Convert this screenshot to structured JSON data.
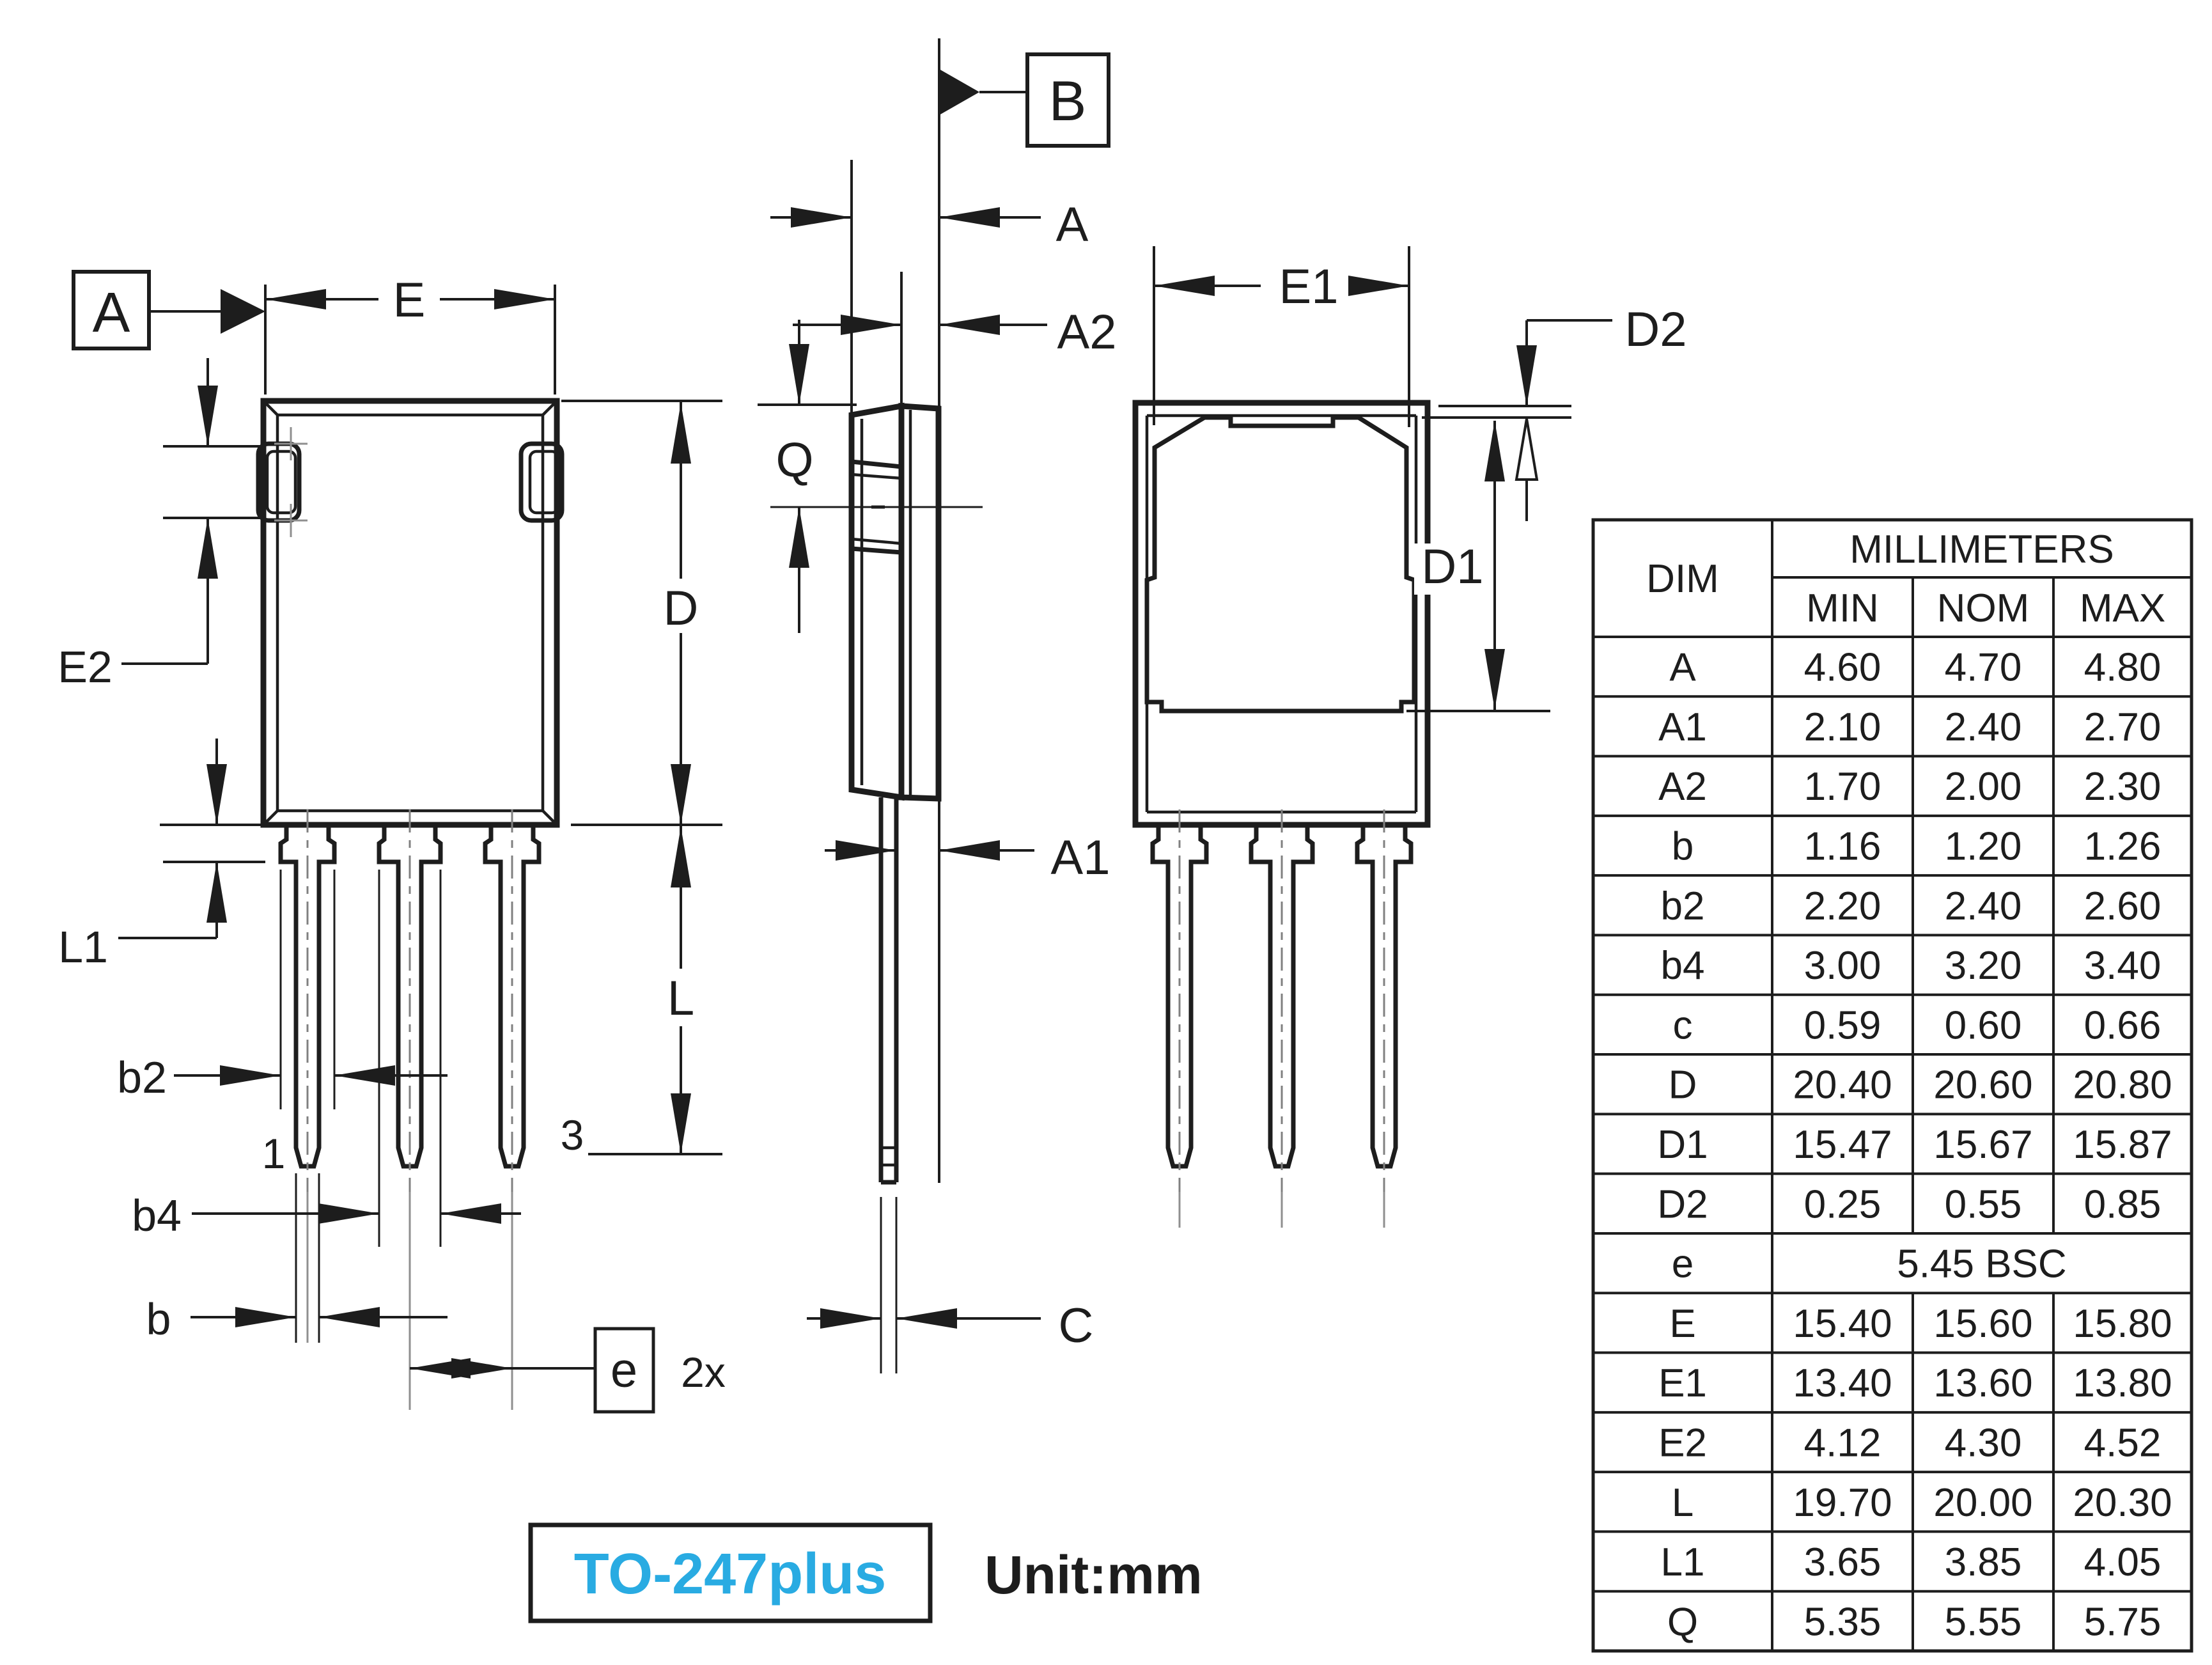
{
  "drawing": {
    "package_label": "TO-247plus",
    "unit_label": "Unit:mm",
    "datums": {
      "a": "A",
      "b": "B"
    },
    "pin_labels": {
      "pin1": "1",
      "pin3": "3"
    },
    "dims": {
      "E": "E",
      "D": "D",
      "L": "L",
      "L1": "L1",
      "E2": "E2",
      "b": "b",
      "b2": "b2",
      "b4": "b4",
      "e": "e",
      "e_count": "2x",
      "A": "A",
      "A2": "A2",
      "A1": "A1",
      "Q": "Q",
      "C": "C",
      "E1": "E1",
      "D1": "D1",
      "D2": "D2"
    }
  },
  "table": {
    "dim_header": "DIM",
    "unit_header": "MILLIMETERS",
    "col_headers": [
      "MIN",
      "NOM",
      "MAX"
    ],
    "rows": [
      {
        "dim": "A",
        "min": "4.60",
        "nom": "4.70",
        "max": "4.80"
      },
      {
        "dim": "A1",
        "min": "2.10",
        "nom": "2.40",
        "max": "2.70"
      },
      {
        "dim": "A2",
        "min": "1.70",
        "nom": "2.00",
        "max": "2.30"
      },
      {
        "dim": "b",
        "min": "1.16",
        "nom": "1.20",
        "max": "1.26"
      },
      {
        "dim": "b2",
        "min": "2.20",
        "nom": "2.40",
        "max": "2.60"
      },
      {
        "dim": "b4",
        "min": "3.00",
        "nom": "3.20",
        "max": "3.40"
      },
      {
        "dim": "c",
        "min": "0.59",
        "nom": "0.60",
        "max": "0.66"
      },
      {
        "dim": "D",
        "min": "20.40",
        "nom": "20.60",
        "max": "20.80"
      },
      {
        "dim": "D1",
        "min": "15.47",
        "nom": "15.67",
        "max": "15.87"
      },
      {
        "dim": "D2",
        "min": "0.25",
        "nom": "0.55",
        "max": "0.85"
      },
      {
        "dim": "e",
        "span": "5.45 BSC"
      },
      {
        "dim": "E",
        "min": "15.40",
        "nom": "15.60",
        "max": "15.80"
      },
      {
        "dim": "E1",
        "min": "13.40",
        "nom": "13.60",
        "max": "13.80"
      },
      {
        "dim": "E2",
        "min": "4.12",
        "nom": "4.30",
        "max": "4.52"
      },
      {
        "dim": "L",
        "min": "19.70",
        "nom": "20.00",
        "max": "20.30"
      },
      {
        "dim": "L1",
        "min": "3.65",
        "nom": "3.85",
        "max": "4.05"
      },
      {
        "dim": "Q",
        "min": "5.35",
        "nom": "5.55",
        "max": "5.75"
      }
    ]
  },
  "colors": {
    "accent": "#29abe2",
    "line": "#1d1d1d",
    "gray": "#8f8f8f"
  }
}
